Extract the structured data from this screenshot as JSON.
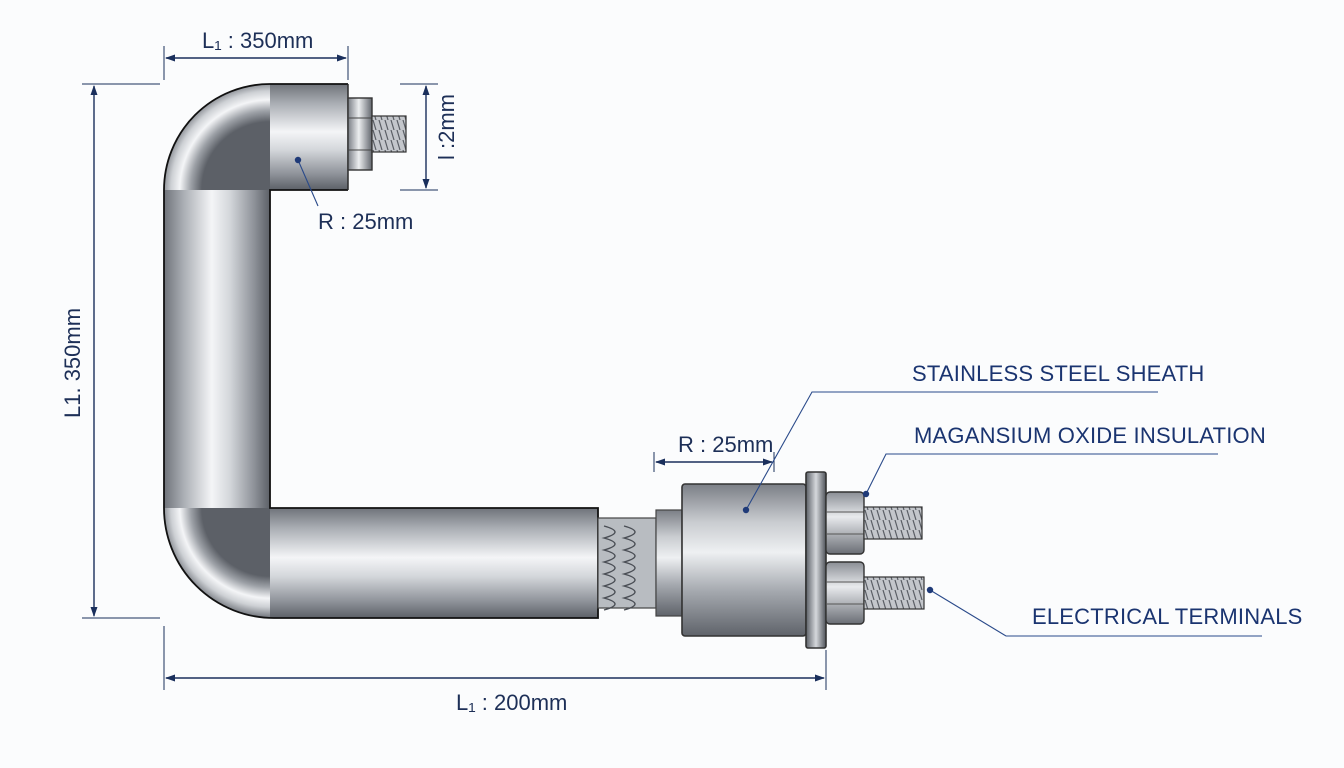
{
  "dimensions": {
    "top_length": "L₁ : 350mm",
    "vertical_length": "L1. 350mm",
    "bottom_length": "L₁ : 200mm",
    "thread_length": "l :2mm",
    "bend_radius_top": "R : 25mm",
    "bend_radius_head": "R : 25mm"
  },
  "callouts": {
    "sheath": "STAINLESS STEEL SHEATH",
    "insulation": "MAGANSIUM OXIDE INSULATION",
    "terminals": "ELECTRICAL TERMINALS"
  },
  "colors": {
    "dimension_ink": "#1a2f5c",
    "callout_ink": "#1a3470",
    "metal_light": "#f2f3f5",
    "metal_dark": "#6f737a"
  }
}
